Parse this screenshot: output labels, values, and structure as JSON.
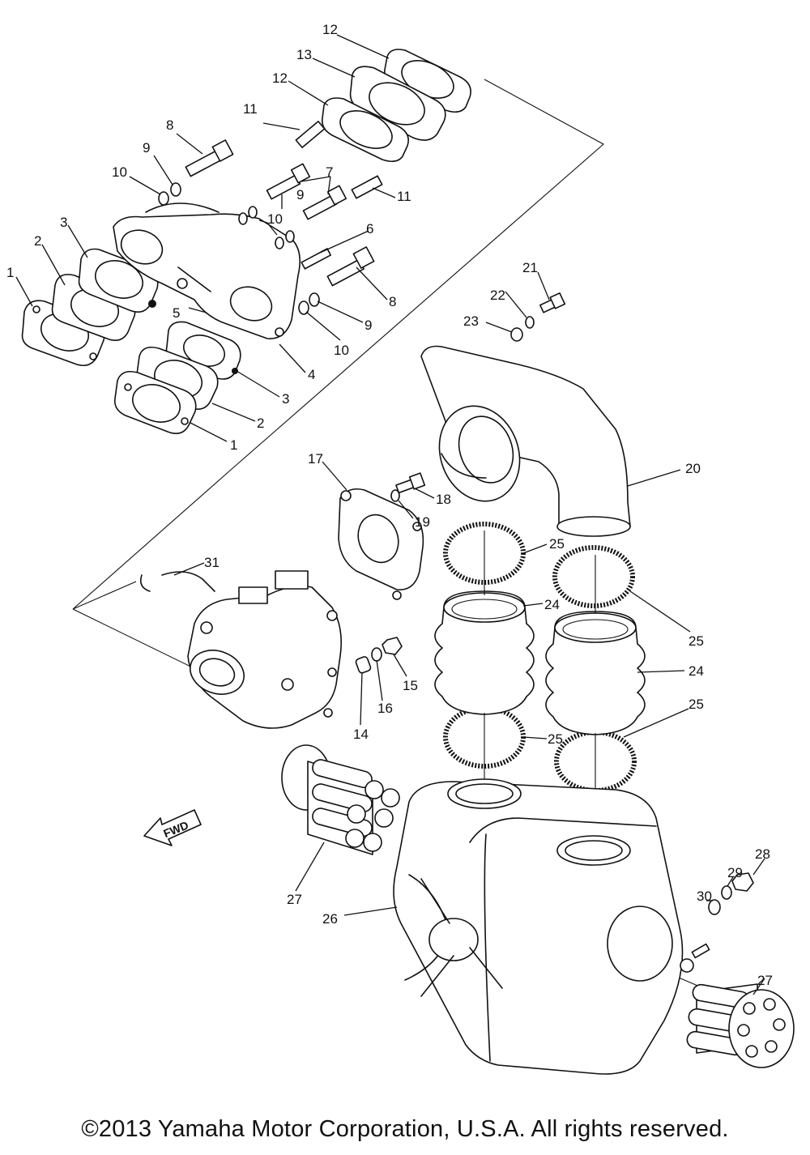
{
  "callouts": {
    "c1a": "1",
    "c1b": "1",
    "c2a": "2",
    "c2b": "2",
    "c3a": "3",
    "c3b": "3",
    "c4": "4",
    "c5": "5",
    "c6": "6",
    "c7": "7",
    "c8a": "8",
    "c8b": "8",
    "c9a": "9",
    "c9b": "9",
    "c9c": "9",
    "c10a": "10",
    "c10b": "10",
    "c10c": "10",
    "c11a": "11",
    "c11b": "11",
    "c12a": "12",
    "c12b": "12",
    "c13": "13",
    "c14": "14",
    "c15": "15",
    "c16": "16",
    "c17": "17",
    "c18": "18",
    "c19": "19",
    "c20": "20",
    "c21": "21",
    "c22": "22",
    "c23": "23",
    "c24a": "24",
    "c24b": "24",
    "c25a": "25",
    "c25b": "25",
    "c25c": "25",
    "c25d": "25",
    "c26": "26",
    "c27a": "27",
    "c27b": "27",
    "c28": "28",
    "c29": "29",
    "c30": "30",
    "c31": "31"
  },
  "fwd_label": "FWD",
  "copyright": "©2013 Yamaha Motor Corporation, U.S.A. All rights reserved."
}
